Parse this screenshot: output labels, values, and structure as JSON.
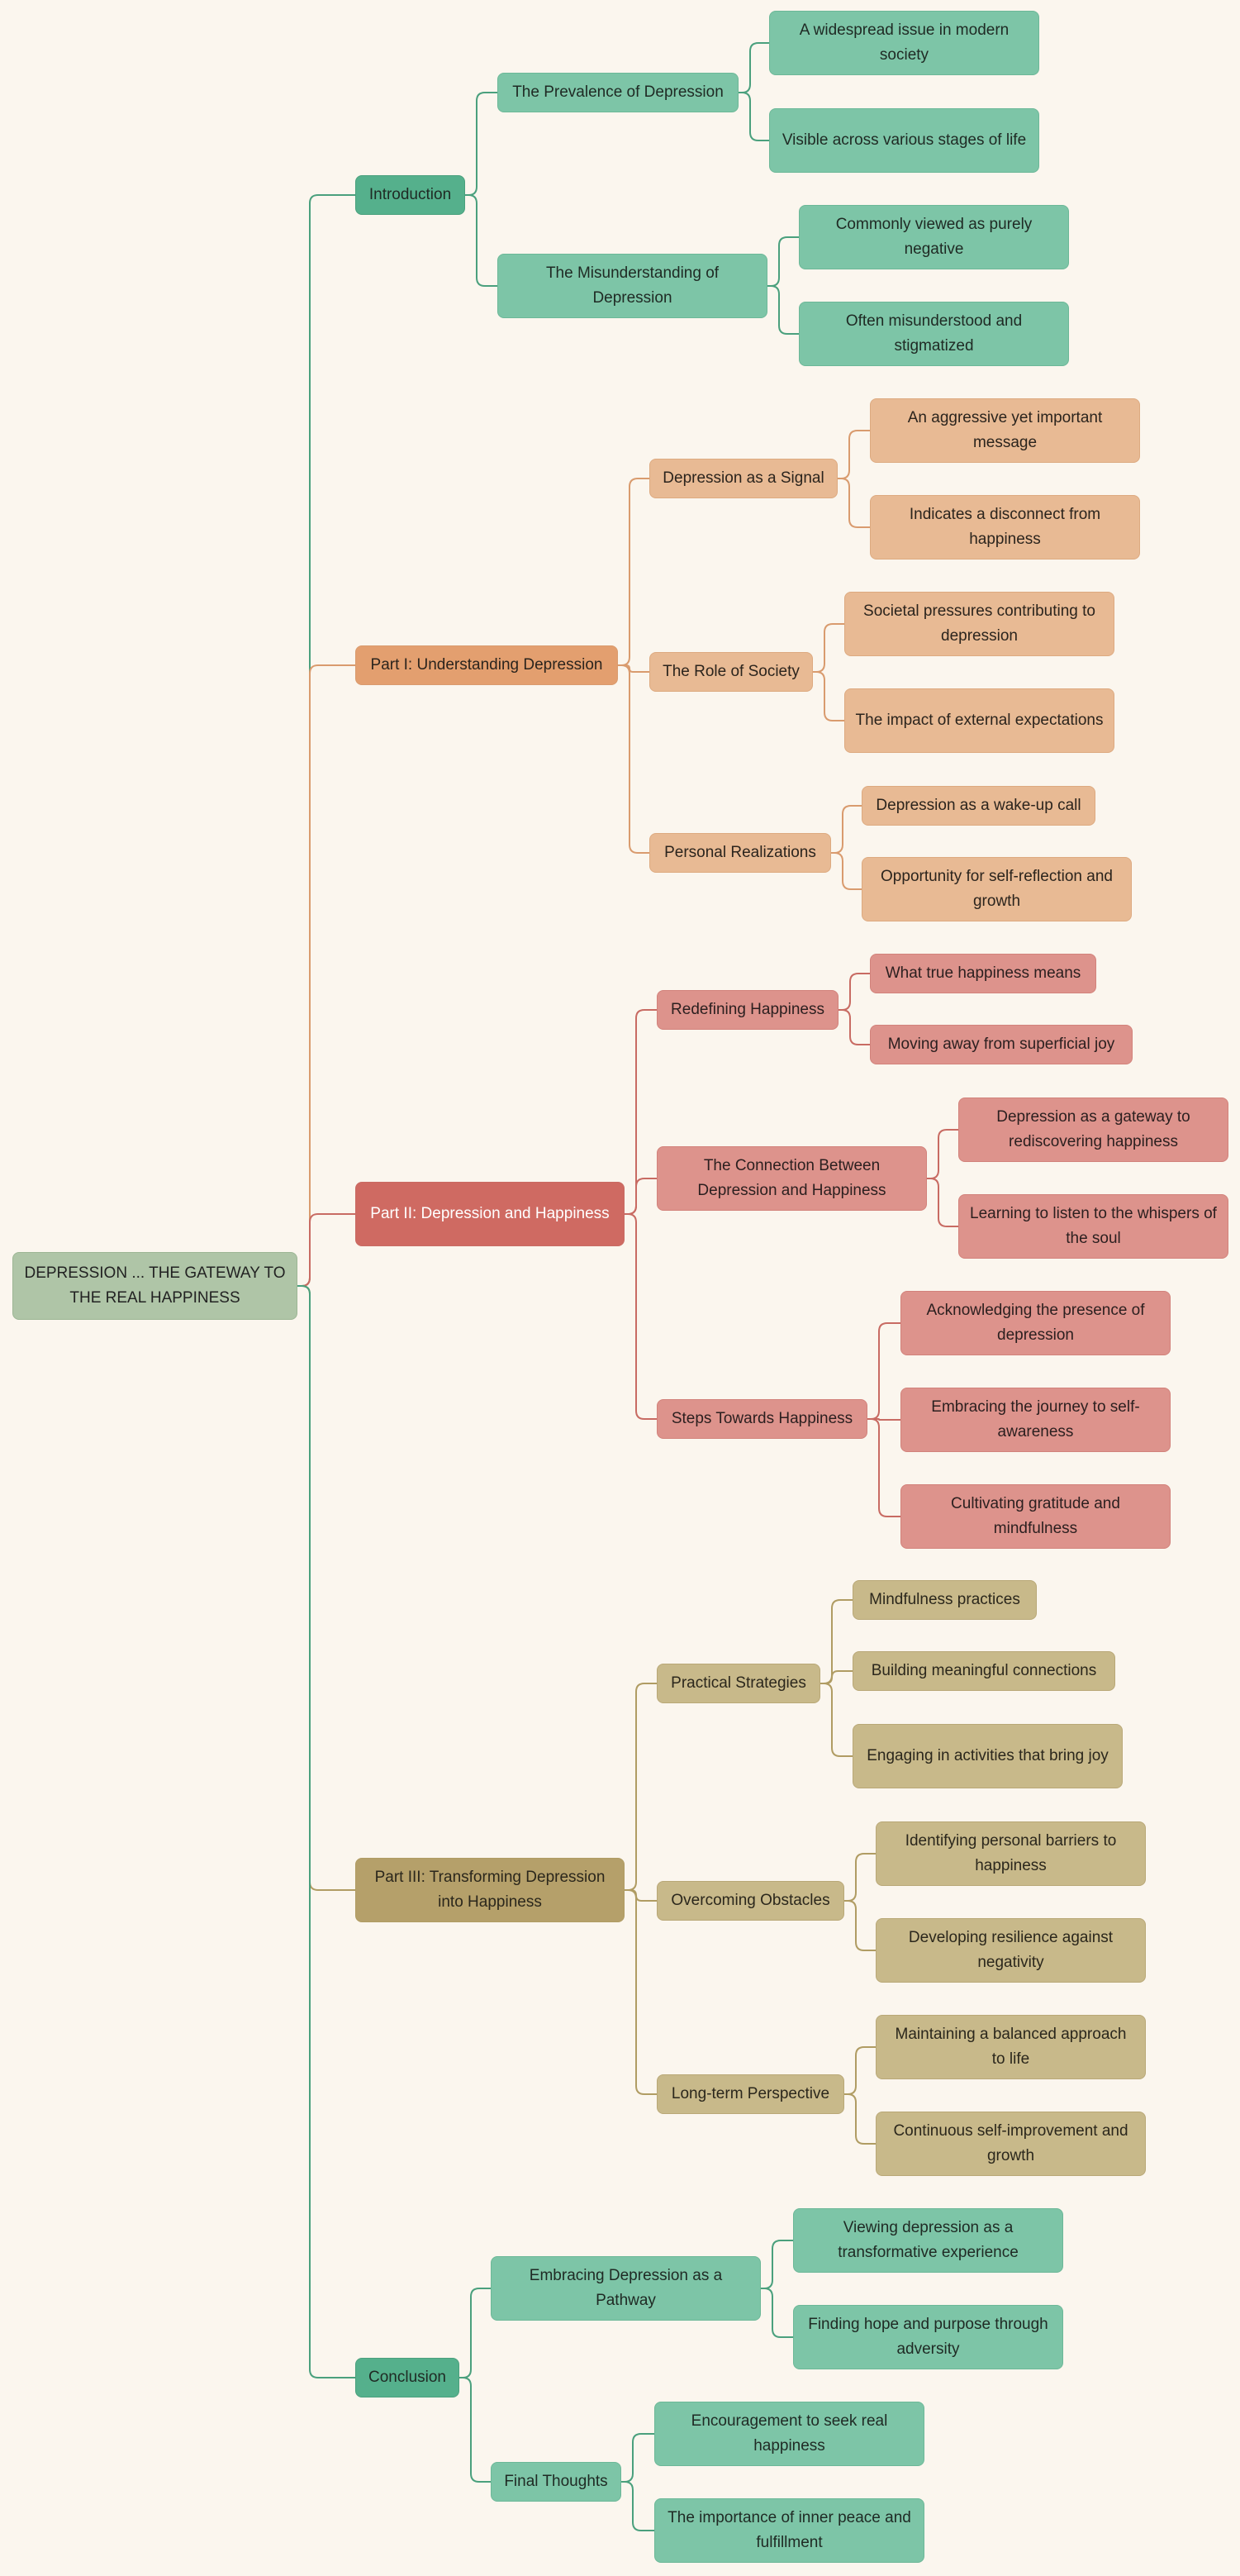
{
  "colors": {
    "background": "#fbf6ee",
    "root": {
      "fill": "#afc5a7",
      "stroke": "#9cb694",
      "text": "#222222"
    },
    "branches": [
      {
        "main": "#55b08c",
        "line": "#4aa07d",
        "child": "#7dc5a7",
        "border": "#6cb898",
        "text": "#1f2a24"
      },
      {
        "main": "#e39f6f",
        "line": "#d99b6e",
        "child": "#e8ba94",
        "border": "#ddaa80",
        "text": "#2b241d"
      },
      {
        "main": "#cf6a62",
        "line": "#c86b63",
        "child": "#dd938c",
        "border": "#d2827b",
        "text": "#2b1f1f",
        "mainText": "#ffffff"
      },
      {
        "main": "#b5a06a",
        "line": "#b09c63",
        "child": "#c8b98a",
        "border": "#b9a877",
        "text": "#2b271c"
      },
      {
        "main": "#55b08c",
        "line": "#4aa07d",
        "child": "#7dc5a7",
        "border": "#6cb898",
        "text": "#1f2a24"
      }
    ]
  },
  "mindmap": {
    "root": "DEPRESSION ... THE GATEWAY TO THE REAL HAPPINESS",
    "sections": [
      {
        "title": "Introduction",
        "topics": [
          {
            "title": "The Prevalence of Depression",
            "points": [
              "A widespread issue in modern society",
              "Visible across various stages of life"
            ]
          },
          {
            "title": "The Misunderstanding of Depression",
            "points": [
              "Commonly viewed as purely negative",
              "Often misunderstood and stigmatized"
            ]
          }
        ]
      },
      {
        "title": "Part I: Understanding Depression",
        "topics": [
          {
            "title": "Depression as a Signal",
            "points": [
              "An aggressive yet important message",
              "Indicates a disconnect from happiness"
            ]
          },
          {
            "title": "The Role of Society",
            "points": [
              "Societal pressures contributing to depression",
              "The impact of external expectations"
            ]
          },
          {
            "title": "Personal Realizations",
            "points": [
              "Depression as a wake-up call",
              "Opportunity for self-reflection and growth"
            ]
          }
        ]
      },
      {
        "title": "Part II: Depression and Happiness",
        "topics": [
          {
            "title": "Redefining Happiness",
            "points": [
              "What true happiness means",
              "Moving away from superficial joy"
            ]
          },
          {
            "title": "The Connection Between Depression and Happiness",
            "points": [
              "Depression as a gateway to rediscovering happiness",
              "Learning to listen to the whispers of the soul"
            ]
          },
          {
            "title": "Steps Towards Happiness",
            "points": [
              "Acknowledging the presence of depression",
              "Embracing the journey to self-awareness",
              "Cultivating gratitude and mindfulness"
            ]
          }
        ]
      },
      {
        "title": "Part III: Transforming Depression into Happiness",
        "topics": [
          {
            "title": "Practical Strategies",
            "points": [
              "Mindfulness practices",
              "Building meaningful connections",
              "Engaging in activities that bring joy"
            ]
          },
          {
            "title": "Overcoming Obstacles",
            "points": [
              "Identifying personal barriers to happiness",
              "Developing resilience against negativity"
            ]
          },
          {
            "title": "Long-term Perspective",
            "points": [
              "Maintaining a balanced approach to life",
              "Continuous self-improvement and growth"
            ]
          }
        ]
      },
      {
        "title": "Conclusion",
        "topics": [
          {
            "title": "Embracing Depression as a Pathway",
            "points": [
              "Viewing depression as a transformative experience",
              "Finding hope and purpose through adversity"
            ]
          },
          {
            "title": "Final Thoughts",
            "points": [
              "Encouragement to seek real happiness",
              "The importance of inner peace and fulfillment"
            ]
          }
        ]
      }
    ]
  }
}
